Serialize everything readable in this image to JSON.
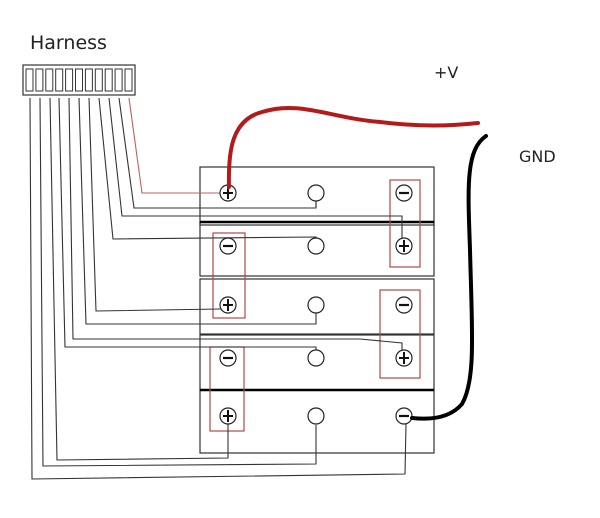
{
  "labels": {
    "harness": "Harness",
    "positive_supply": "+V",
    "ground": "GND"
  },
  "harness": {
    "pin_count": 11
  },
  "colors": {
    "positive_wire": "#b31b1b",
    "ground_wire": "#000000",
    "sense_wire": "#333333",
    "sense_wire_pos": "#c06060",
    "highlight_box": "#b04848"
  },
  "cells": [
    {
      "left": "+",
      "middle": "o",
      "right": "-"
    },
    {
      "left": "-",
      "middle": "o",
      "right": "+"
    },
    {
      "left": "+",
      "middle": "o",
      "right": "-"
    },
    {
      "left": "-",
      "middle": "o",
      "right": "+"
    },
    {
      "left": "+",
      "middle": "o",
      "right": "-"
    }
  ]
}
